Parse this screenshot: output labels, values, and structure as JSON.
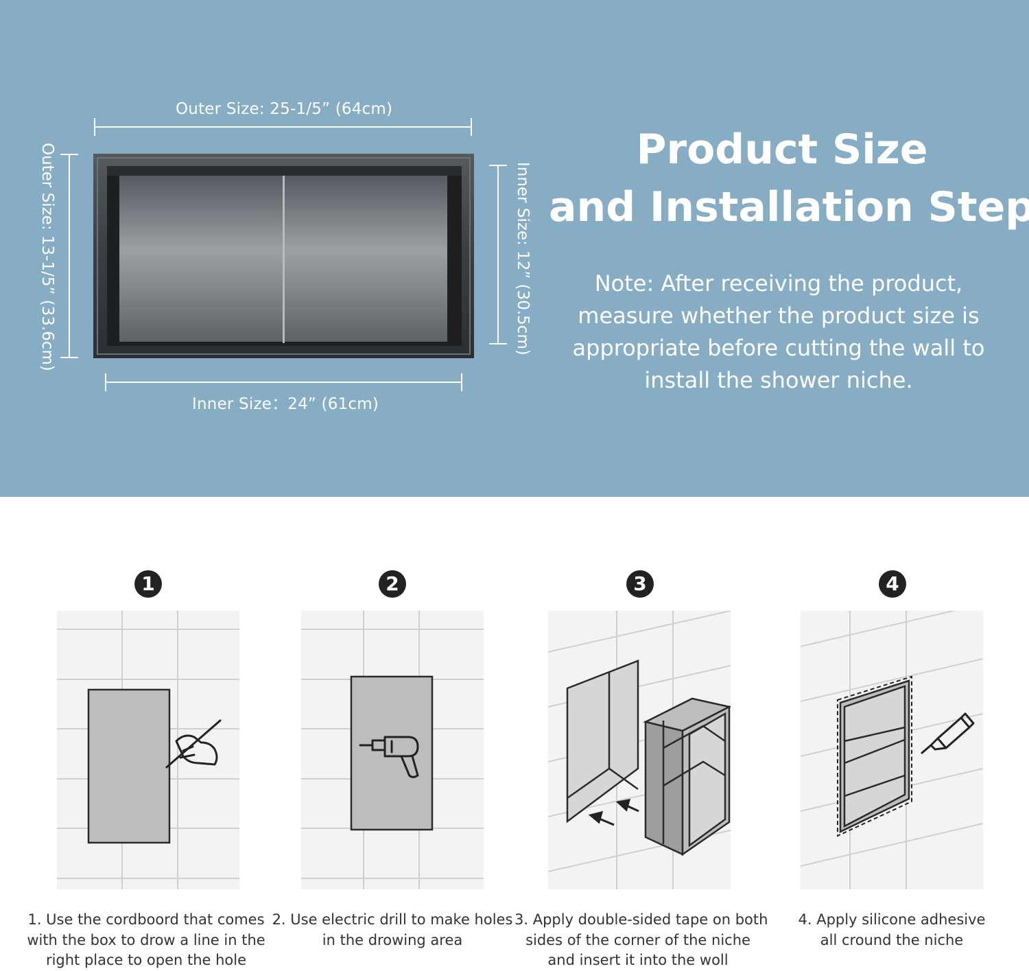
{
  "product": {
    "outer_width_label": "Outer Size:  25-1/5”  (64cm)",
    "outer_height_label": "Outer Size: 13-1/5”  (33.6cm)",
    "inner_width_label": "Inner Size：24”  (61cm)",
    "inner_height_label": "Inner Size: 12”  (30.5cm)"
  },
  "heading": {
    "line1": "Product Size",
    "line2": "and Installation Steps"
  },
  "note": {
    "line1": "Note: After receiving the product,",
    "line2": "measure whether the product size is",
    "line3": "appropriate before cutting the wall to",
    "line4": "install the shower niche."
  },
  "steps": [
    {
      "number": "1",
      "icon": "pen-hand-icon",
      "caption": [
        "1. Use the cordboord that comes",
        "with the box to drow a line in the",
        "right place to open the hole"
      ]
    },
    {
      "number": "2",
      "icon": "drill-icon",
      "caption": [
        "2. Use electric drill to make holes",
        "in the drowing area"
      ]
    },
    {
      "number": "3",
      "icon": "arrow-icon",
      "caption": [
        "3. Apply double-sided tape on both",
        "sides of the corner of the niche",
        "and insert it into the woll"
      ]
    },
    {
      "number": "4",
      "icon": "silicone-tube-icon",
      "caption": [
        "4. Apply silicone adhesive",
        "all cround the niche"
      ]
    }
  ],
  "colors": {
    "top_background": "#86adc3",
    "tile_background": "#f3f3f3",
    "tile_grout": "#cfcfcf",
    "niche_gray": "#bdbdbd",
    "badge": "#222222"
  }
}
